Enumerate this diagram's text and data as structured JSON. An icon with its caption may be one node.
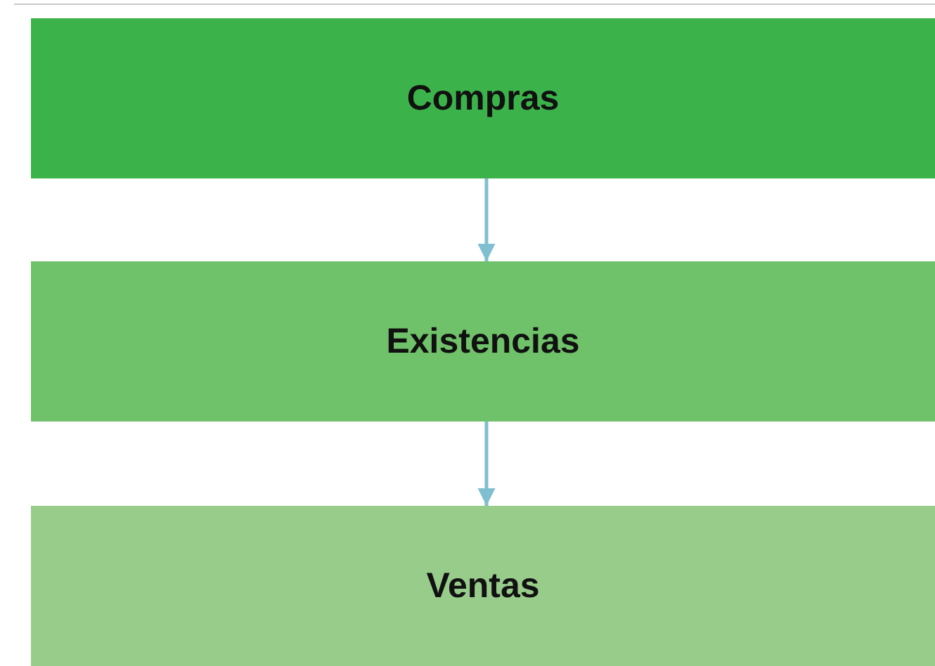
{
  "diagram": {
    "nodes": [
      {
        "text": [
          "Compras"
        ]
      },
      {
        "text": [
          "Existencias"
        ]
      },
      {
        "text": [
          "Ventas"
        ]
      }
    ],
    "edges": [
      {
        "from": 0,
        "to": 1,
        "arrow": "to"
      },
      {
        "from": 1,
        "to": 2,
        "arrow": "to"
      }
    ]
  }
}
